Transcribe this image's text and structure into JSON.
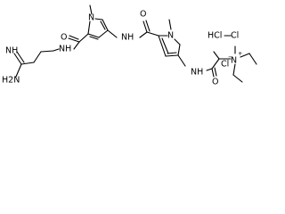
{
  "molecule": {
    "labels": {
      "imine": "NH",
      "amine": "H2N",
      "amide_nh_1": "NH",
      "amide_nh_2": "NH",
      "amide_nh_3": "NH",
      "ring_n_1": "N",
      "ring_n_2": "N",
      "carbonyl_o_1": "O",
      "carbonyl_o_2": "O",
      "carbonyl_o_3": "O",
      "ammonium_n": "N",
      "ammonium_charge": "+",
      "hydrochloride": "HCl",
      "chloride": "Cl",
      "chloride_charge": "−"
    }
  }
}
